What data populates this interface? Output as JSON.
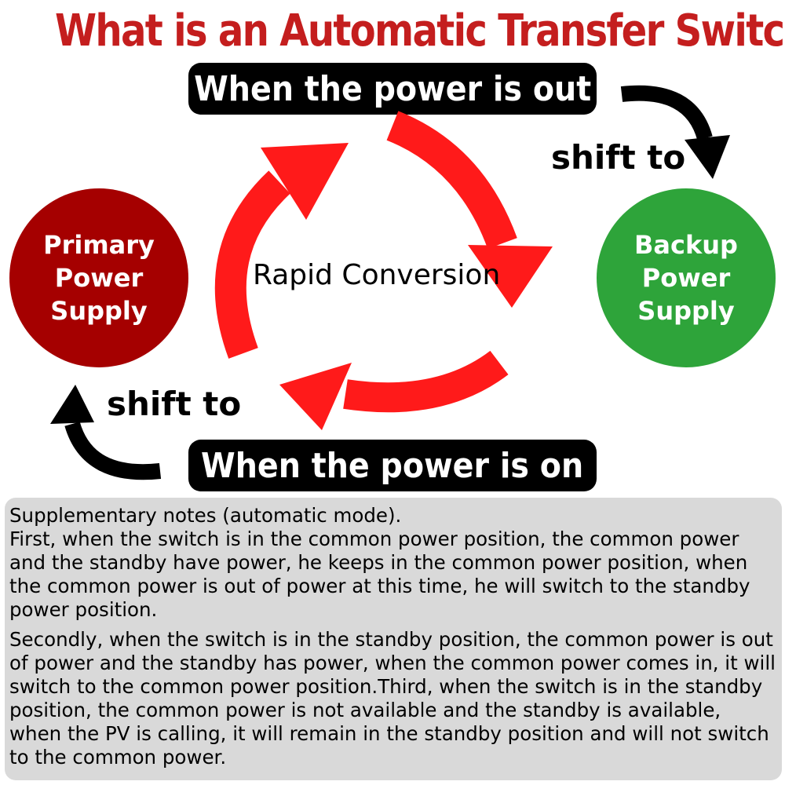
{
  "title": "What is an Automatic Transfer Switch",
  "power_out_label": "When the power is out",
  "power_on_label": "When the power is on",
  "shift_top_label": "shift to",
  "shift_bottom_label": "shift to",
  "center_label": "Rapid Conversion",
  "primary": {
    "line1": "Primary",
    "line2": "Power Supply",
    "color": "#a50000"
  },
  "backup": {
    "line1": "Backup",
    "line2": "Power Supply",
    "color": "#2ea43a"
  },
  "notes": {
    "heading": "Supplementary notes (automatic mode).",
    "first": "First, when the switch is in the common power position, the common power and the standby have power, he keeps in the common power position, when the common power is out of power at this time, he will switch to the standby power position.",
    "second": "Secondly, when the switch is in the standby position, the common power is out of power and the standby has power, when the common power comes in, it will switch to the common power position.Third, when the switch is in the standby position, the common power is not available and the standby is available, when the PV is calling, it will remain in the standby position and will not switch to the common power."
  },
  "colors": {
    "accent_red": "#ff1a1a",
    "title_red": "#c41e1e",
    "arrow_black": "#000000"
  }
}
